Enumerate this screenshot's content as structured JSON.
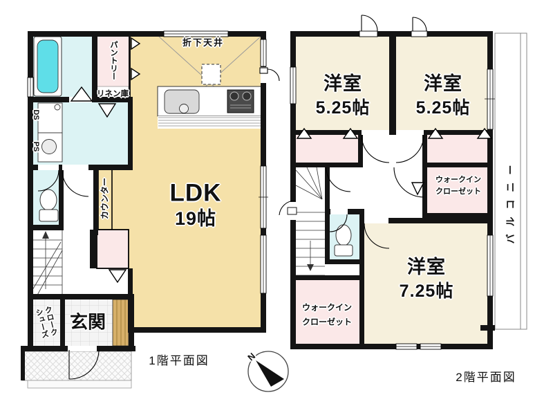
{
  "floor1": {
    "title": "1階平面図",
    "labels": {
      "ldk": "LDK",
      "ldk_size": "19帖",
      "oriage_tenjo": "折下天井",
      "pantry": "パントリー",
      "linen": "リネン庫",
      "ds": "DS",
      "ps": "PS",
      "counter": "カウンター",
      "shoes_line1": "シューズ",
      "shoes_line2": "クローク",
      "genkan": "玄関"
    }
  },
  "floor2": {
    "title": "2階平面図",
    "labels": {
      "bedroom1": "洋室",
      "bedroom1_size": "5.25帖",
      "bedroom2": "洋室",
      "bedroom2_size": "5.25帖",
      "bedroom3": "洋室",
      "bedroom3_size": "7.25帖",
      "wic_upper_line1": "ウォークイン",
      "wic_upper_line2": "クローゼット",
      "wic_lower_line1": "ウォークイン",
      "wic_lower_line2": "クローゼット",
      "balcony": "バルコニー"
    }
  },
  "compass": {
    "north": "N"
  },
  "colors": {
    "tan": "#F5E1A9",
    "cream": "#F6F0DC",
    "pink": "#FBE8E8",
    "cyanfloor": "#DCF3F4",
    "tub": "#5FDEE8",
    "wood": "#D7B06A",
    "wall": "#141414"
  }
}
